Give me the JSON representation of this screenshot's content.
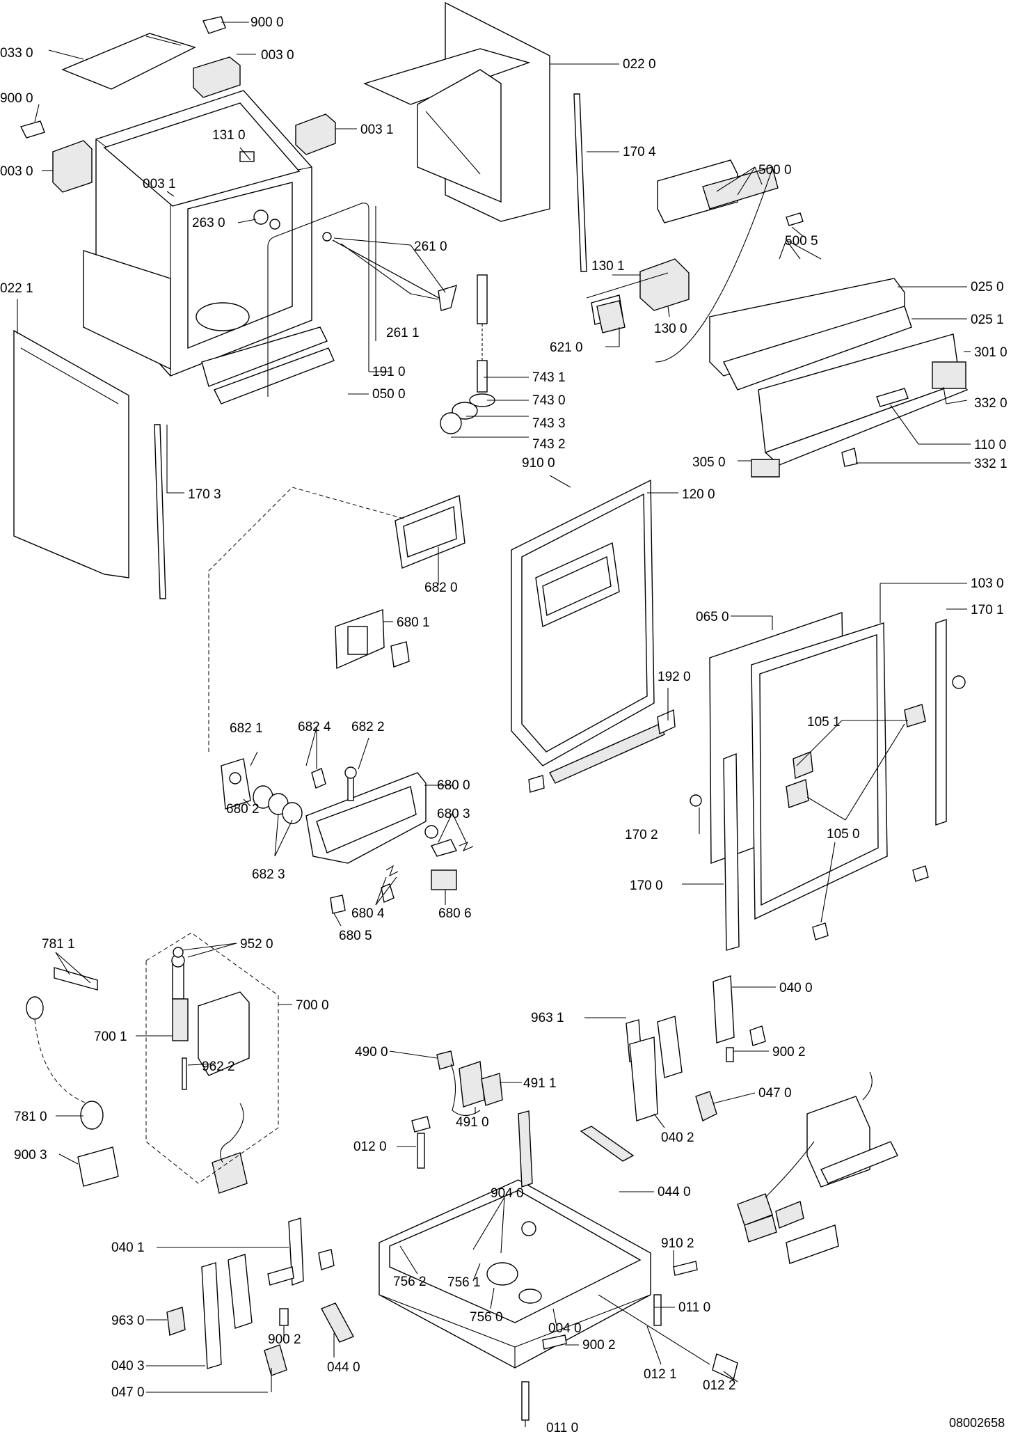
{
  "drawing_number": "08002658",
  "callouts": [
    {
      "id": "c01",
      "text": "900 0"
    },
    {
      "id": "c02",
      "text": "033 0"
    },
    {
      "id": "c03",
      "text": "003 0"
    },
    {
      "id": "c04",
      "text": "900 0"
    },
    {
      "id": "c05",
      "text": "003 1"
    },
    {
      "id": "c06",
      "text": "131 0"
    },
    {
      "id": "c07",
      "text": "003 0"
    },
    {
      "id": "c08",
      "text": "003 1"
    },
    {
      "id": "c09",
      "text": "263 0"
    },
    {
      "id": "c10",
      "text": "022 0"
    },
    {
      "id": "c11",
      "text": "170 4"
    },
    {
      "id": "c12",
      "text": "500 0"
    },
    {
      "id": "c13",
      "text": "500 5"
    },
    {
      "id": "c14",
      "text": "261 0"
    },
    {
      "id": "c15",
      "text": "261 1"
    },
    {
      "id": "c16",
      "text": "022 1"
    },
    {
      "id": "c17",
      "text": "191 0"
    },
    {
      "id": "c18",
      "text": "050 0"
    },
    {
      "id": "c19",
      "text": "130 1"
    },
    {
      "id": "c20",
      "text": "130 0"
    },
    {
      "id": "c21",
      "text": "025 0"
    },
    {
      "id": "c22",
      "text": "025 1"
    },
    {
      "id": "c23",
      "text": "621 0"
    },
    {
      "id": "c24",
      "text": "301 0"
    },
    {
      "id": "c25",
      "text": "743 1"
    },
    {
      "id": "c26",
      "text": "743 0"
    },
    {
      "id": "c27",
      "text": "743 3"
    },
    {
      "id": "c28",
      "text": "743 2"
    },
    {
      "id": "c29",
      "text": "332 0"
    },
    {
      "id": "c30",
      "text": "110 0"
    },
    {
      "id": "c31",
      "text": "305 0"
    },
    {
      "id": "c32",
      "text": "332 1"
    },
    {
      "id": "c33",
      "text": "910 0"
    },
    {
      "id": "c34",
      "text": "170 3"
    },
    {
      "id": "c35",
      "text": "120 0"
    },
    {
      "id": "c36",
      "text": "682 0"
    },
    {
      "id": "c37",
      "text": "103 0"
    },
    {
      "id": "c38",
      "text": "170 1"
    },
    {
      "id": "c39",
      "text": "065 0"
    },
    {
      "id": "c40",
      "text": "680 1"
    },
    {
      "id": "c41",
      "text": "192 0"
    },
    {
      "id": "c42",
      "text": "682 4"
    },
    {
      "id": "c43",
      "text": "682 2"
    },
    {
      "id": "c44",
      "text": "682 1"
    },
    {
      "id": "c45",
      "text": "105 1"
    },
    {
      "id": "c46",
      "text": "680 0"
    },
    {
      "id": "c47",
      "text": "680 3"
    },
    {
      "id": "c48",
      "text": "680 2"
    },
    {
      "id": "c49",
      "text": "105 0"
    },
    {
      "id": "c50",
      "text": "170 2"
    },
    {
      "id": "c51",
      "text": "682 3"
    },
    {
      "id": "c52",
      "text": "170 0"
    },
    {
      "id": "c53",
      "text": "680 4"
    },
    {
      "id": "c54",
      "text": "680 6"
    },
    {
      "id": "c55",
      "text": "680 5"
    },
    {
      "id": "c56",
      "text": "781 1"
    },
    {
      "id": "c57",
      "text": "952 0"
    },
    {
      "id": "c58",
      "text": "700 1"
    },
    {
      "id": "c59",
      "text": "700 0"
    },
    {
      "id": "c60",
      "text": "040 0"
    },
    {
      "id": "c61",
      "text": "963 1"
    },
    {
      "id": "c62",
      "text": "962 2"
    },
    {
      "id": "c63",
      "text": "900 2"
    },
    {
      "id": "c64",
      "text": "490 0"
    },
    {
      "id": "c65",
      "text": "491 1"
    },
    {
      "id": "c66",
      "text": "047 0"
    },
    {
      "id": "c67",
      "text": "781 0"
    },
    {
      "id": "c68",
      "text": "491 0"
    },
    {
      "id": "c69",
      "text": "012 0"
    },
    {
      "id": "c70",
      "text": "040 2"
    },
    {
      "id": "c71",
      "text": "900 3"
    },
    {
      "id": "c72",
      "text": "044 0"
    },
    {
      "id": "c73",
      "text": "904 0"
    },
    {
      "id": "c74",
      "text": "040 1"
    },
    {
      "id": "c75",
      "text": "910 2"
    },
    {
      "id": "c76",
      "text": "756 2"
    },
    {
      "id": "c77",
      "text": "756 1"
    },
    {
      "id": "c78",
      "text": "011 0"
    },
    {
      "id": "c79",
      "text": "963 0"
    },
    {
      "id": "c80",
      "text": "756 0"
    },
    {
      "id": "c81",
      "text": "900 2"
    },
    {
      "id": "c82",
      "text": "004 0"
    },
    {
      "id": "c83",
      "text": "900 2"
    },
    {
      "id": "c84",
      "text": "040 3"
    },
    {
      "id": "c85",
      "text": "012 1"
    },
    {
      "id": "c86",
      "text": "047 0"
    },
    {
      "id": "c87",
      "text": "044 0"
    },
    {
      "id": "c88",
      "text": "012 2"
    },
    {
      "id": "c89",
      "text": "011 0"
    }
  ]
}
